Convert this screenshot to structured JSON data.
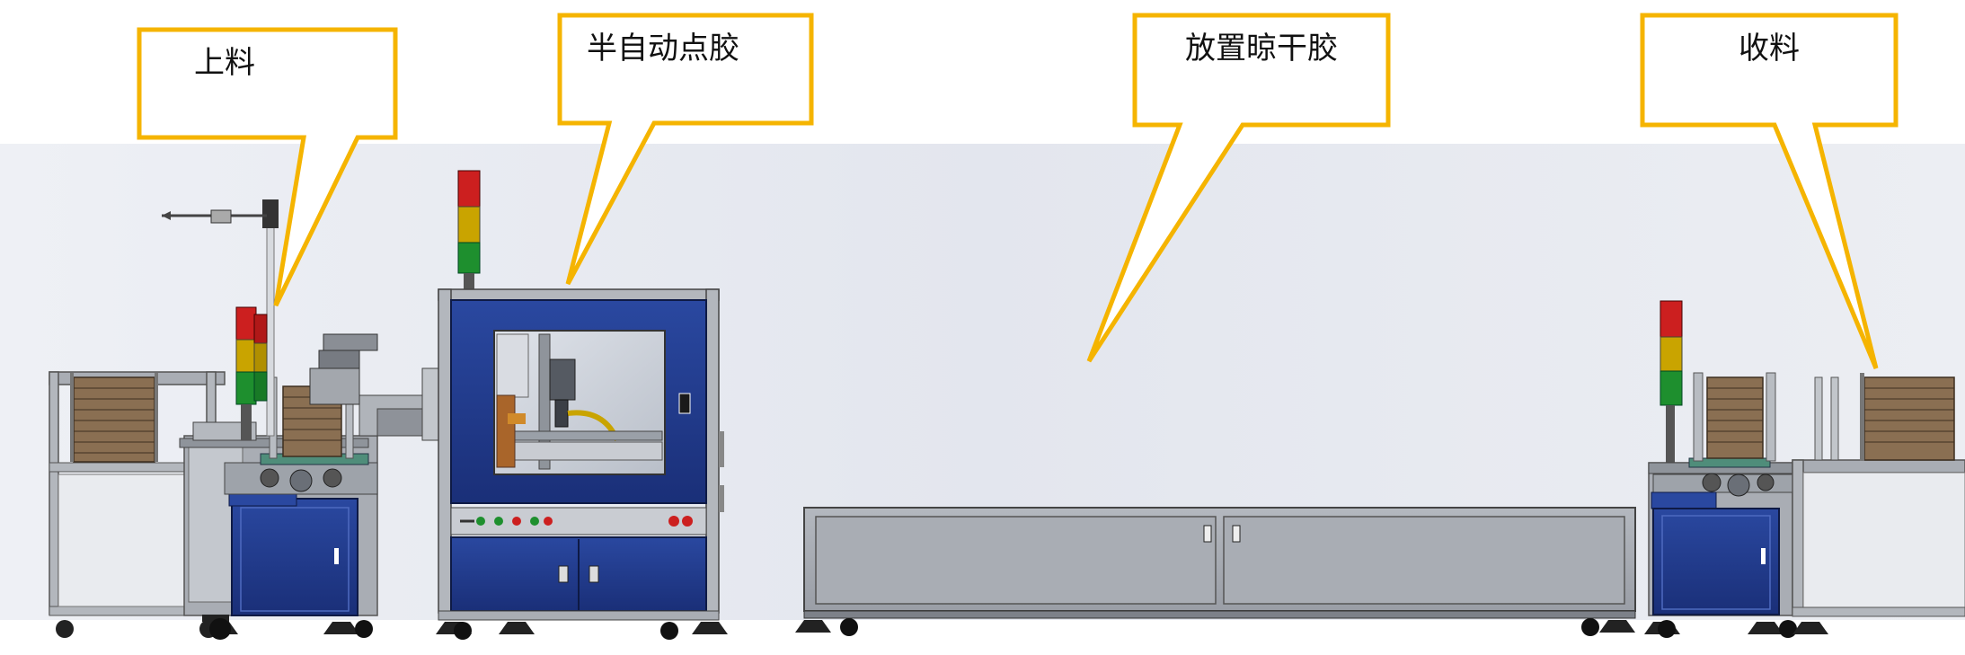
{
  "callouts": [
    {
      "id": "loading",
      "label": "上料"
    },
    {
      "id": "semi-auto-dispensing",
      "label": "半自动点胶"
    },
    {
      "id": "glue-drying",
      "label": "放置晾干胶"
    },
    {
      "id": "unloading",
      "label": "收料"
    }
  ],
  "colors": {
    "callout_border": "#f5b400",
    "machine_blue": "#1f3a8a",
    "frame_grey": "#9ea3aa",
    "tower_red": "#cc1f1f",
    "tower_amber": "#c9a400",
    "tower_green": "#1e8f2e",
    "background_panel": "#e6e9f0"
  }
}
